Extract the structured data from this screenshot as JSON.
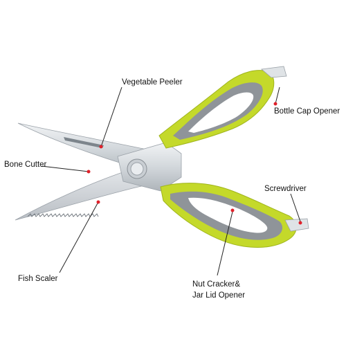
{
  "labels": {
    "vegetable_peeler": "Vegetable Peeler",
    "bottle_cap_opener": "Bottle Cap Opener",
    "bone_cutter": "Bone Cutter",
    "screwdriver": "Screwdriver",
    "fish_scaler": "Fish Scaler",
    "nut_cracker_line1": "Nut Cracker&",
    "nut_cracker_line2": "Jar Lid Opener"
  },
  "colors": {
    "handle_green": "#c4d92a",
    "handle_grey": "#8f9499",
    "blade_steel": "#d9dde1",
    "marker_red": "#e0202a",
    "leader_line": "#222222"
  }
}
